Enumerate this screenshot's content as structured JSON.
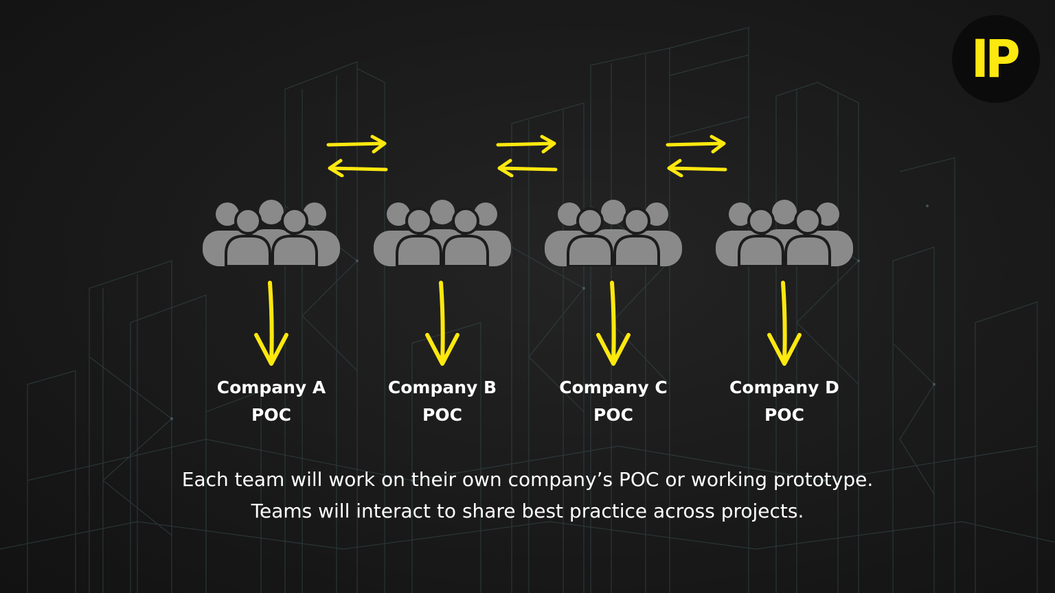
{
  "logo": {
    "text": "IP"
  },
  "colors": {
    "accent": "#fde80f",
    "team_icon": "#8a8a8a",
    "text": "#ffffff",
    "background": "#1a1a1a"
  },
  "teams": [
    {
      "icon": "team-group-icon",
      "name": "Company A",
      "deliverable": "POC"
    },
    {
      "icon": "team-group-icon",
      "name": "Company B",
      "deliverable": "POC"
    },
    {
      "icon": "team-group-icon",
      "name": "Company C",
      "deliverable": "POC"
    },
    {
      "icon": "team-group-icon",
      "name": "Company D",
      "deliverable": "POC"
    }
  ],
  "caption": {
    "line1": "Each team will work on their own company’s POC or working prototype.",
    "line2": "Teams will interact to share best practice across projects."
  }
}
